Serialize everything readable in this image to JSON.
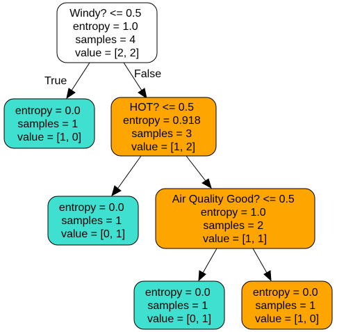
{
  "colors": {
    "root": "#ffffff",
    "cyan": "#40e0d0",
    "orange": "#ffa500",
    "stroke": "#000000"
  },
  "tree": {
    "root": {
      "lines": [
        "Windy? <= 0.5",
        "entropy = 1.0",
        "samples = 4",
        "value = [2, 2]"
      ]
    },
    "left_leaf": {
      "lines": [
        "entropy = 0.0",
        "samples = 1",
        "value = [1, 0]"
      ]
    },
    "hot_node": {
      "lines": [
        "HOT? <= 0.5",
        "entropy = 0.918",
        "samples = 3",
        "value = [1, 2]"
      ]
    },
    "hot_left_leaf": {
      "lines": [
        "entropy = 0.0",
        "samples = 1",
        "value = [0, 1]"
      ]
    },
    "air_node": {
      "lines": [
        "Air Quality Good? <= 0.5",
        "entropy = 1.0",
        "samples = 2",
        "value = [1, 1]"
      ]
    },
    "air_left_leaf": {
      "lines": [
        "entropy = 0.0",
        "samples = 1",
        "value = [0, 1]"
      ]
    },
    "air_right_leaf": {
      "lines": [
        "entropy = 0.0",
        "samples = 1",
        "value = [1, 0]"
      ]
    }
  },
  "edges": {
    "true_label": "True",
    "false_label": "False"
  }
}
